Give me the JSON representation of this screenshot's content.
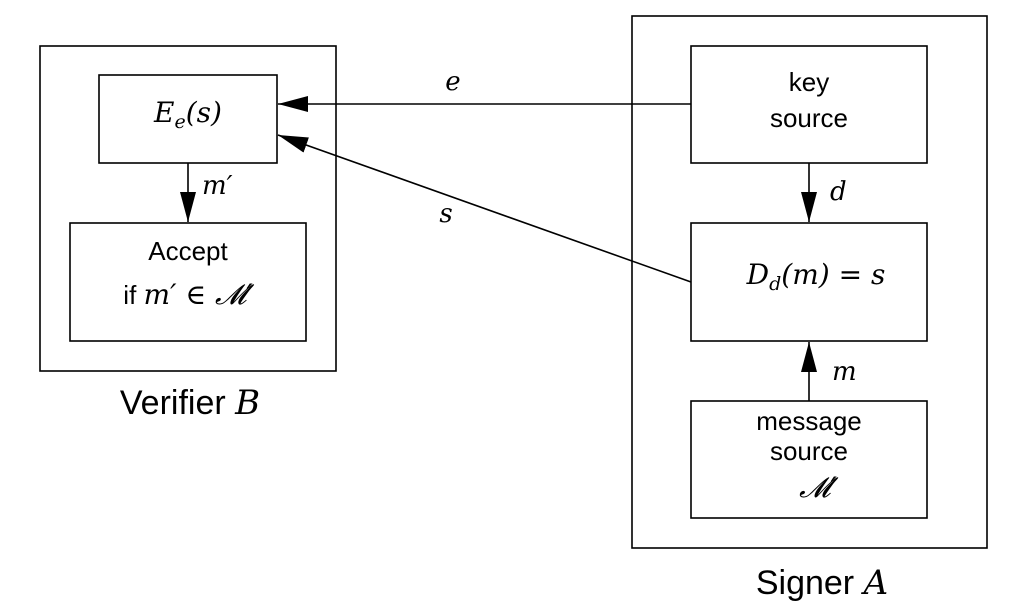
{
  "verifier": {
    "caption": {
      "text": "Verifier ",
      "var": "B"
    },
    "encrypt_box": {
      "symbol": "E",
      "sub": "e",
      "arg": "(s)"
    },
    "accept_box": {
      "line1": "Accept",
      "line2_prefix": "if ",
      "line2_math": "m′ ∈ 𝓜′"
    }
  },
  "signer": {
    "caption": {
      "text": "Signer ",
      "var": "A"
    },
    "key_box": {
      "line1": "key",
      "line2": "source"
    },
    "decrypt_box": {
      "symbol": "D",
      "sub": "d",
      "rest": "(m) = s"
    },
    "message_box": {
      "line1": "message",
      "line2": "source",
      "line3": "𝓜′"
    }
  },
  "arrows": {
    "e": "e",
    "s": "s",
    "m_prime": "m′",
    "d": "d",
    "m": "m"
  }
}
